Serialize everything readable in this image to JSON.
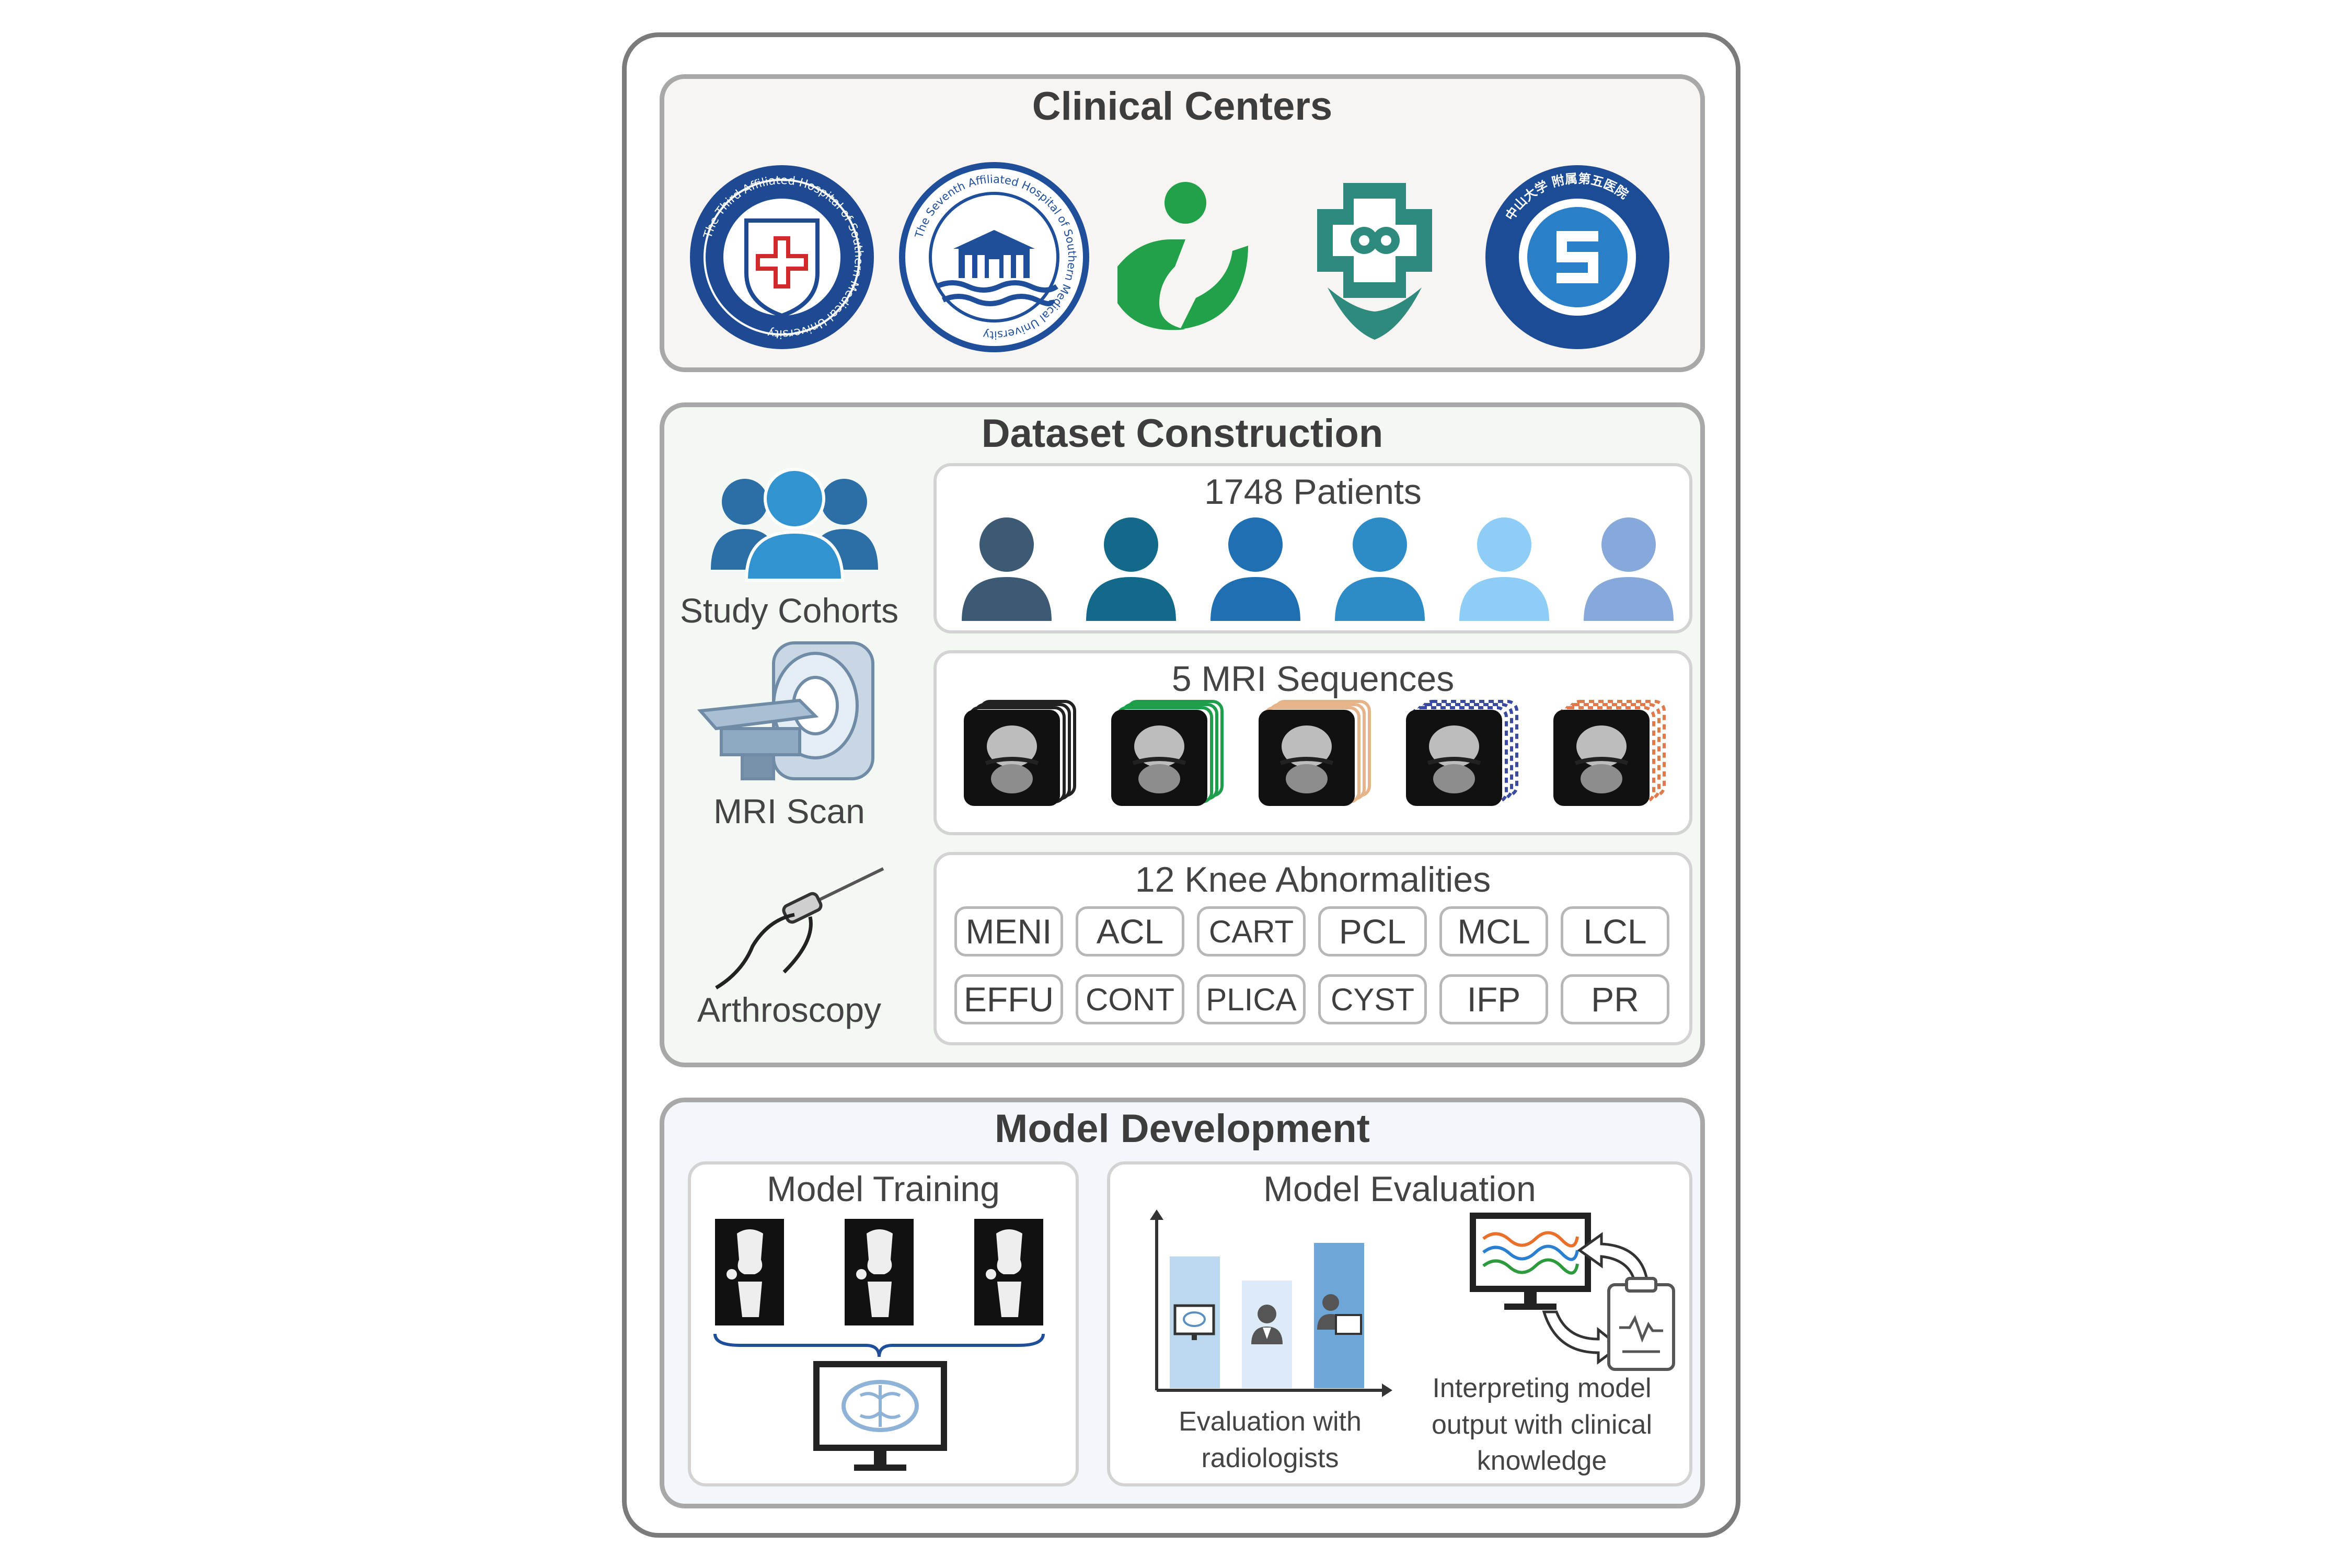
{
  "clinical_centers": {
    "title": "Clinical Centers",
    "logos": [
      {
        "icon": "hospital-logo-third-affiliated",
        "text": "The Third Affiliated Hospital of Southern Medical University"
      },
      {
        "icon": "hospital-logo-seventh-affiliated",
        "text": "The Seventh Affiliated Hospital of Southern Medical University"
      },
      {
        "icon": "hospital-logo-green",
        "text": ""
      },
      {
        "icon": "hospital-logo-teal",
        "text": ""
      },
      {
        "icon": "hospital-logo-sun-yat-sen",
        "text": "中山大学 附属第五医院"
      }
    ]
  },
  "dataset_construction": {
    "title": "Dataset Construction",
    "study_cohorts_label": "Study Cohorts",
    "mri_scan_label": "MRI Scan",
    "arthroscopy_label": "Arthroscopy",
    "patients": {
      "title": "1748 Patients",
      "colors": [
        "#3d5a75",
        "#13698a",
        "#1f6fb3",
        "#2d8cc7",
        "#8dcdf6",
        "#86a8da"
      ]
    },
    "mri": {
      "title": "5 MRI Sequences",
      "edge_colors": [
        "#222222",
        "#1e9e4a",
        "#e6b48a",
        "#3a4aa0",
        "#e07a4a"
      ]
    },
    "abnormalities": {
      "title": "12 Knee Abnormalities",
      "items": [
        "MENI",
        "ACL",
        "CART",
        "PCL",
        "MCL",
        "LCL",
        "EFFU",
        "CONT",
        "PLICA",
        "CYST",
        "IFP",
        "PR"
      ]
    }
  },
  "model_development": {
    "title": "Model Development",
    "training": {
      "title": "Model Training"
    },
    "evaluation": {
      "title": "Model Evaluation",
      "caption_left_1": "Evaluation with",
      "caption_left_2": "radiologists",
      "caption_right_1": "Interpreting model",
      "caption_right_2": "output with clinical",
      "caption_right_3": "knowledge"
    }
  },
  "colors": {
    "clinical_bg": "#f8f4f1",
    "dataset_bg": "#f3f8f3",
    "model_bg": "#f3f6fb",
    "accent_blue": "#2f86c4",
    "green_logo": "#21a24a",
    "teal_logo": "#2f8a7e",
    "navy_logo": "#1c4c96"
  }
}
